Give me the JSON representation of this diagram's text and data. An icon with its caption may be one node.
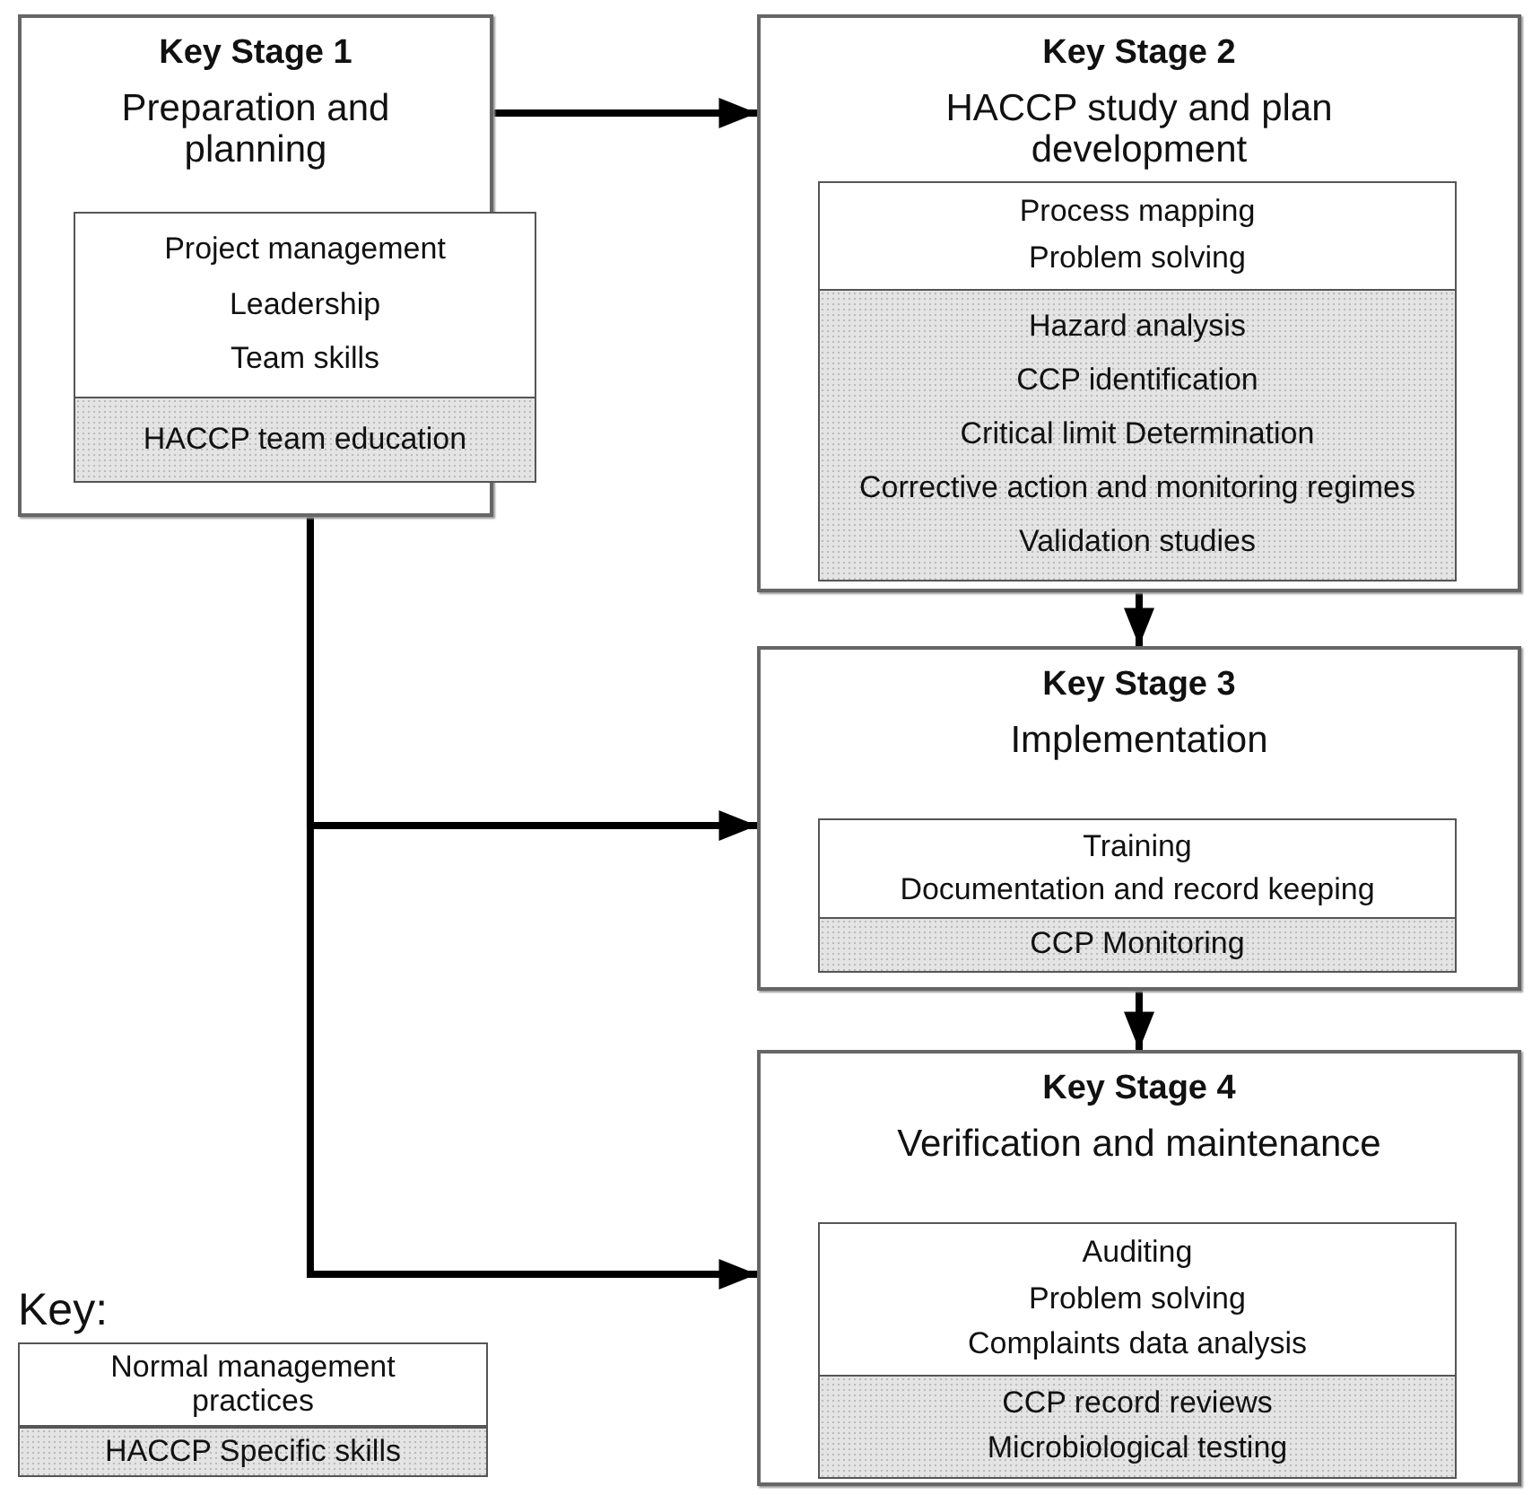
{
  "diagram": {
    "nodes": [
      {
        "text": [
          "Key Stage 1",
          "Preparation and planning"
        ]
      },
      {
        "text": [
          "Project management",
          "Leadership",
          "Team skills"
        ],
        "in": 0
      },
      {
        "text": [
          "HACCP team education"
        ],
        "in": 0
      },
      {
        "text": [
          "Key Stage 2",
          "HACCP study and plan development"
        ]
      },
      {
        "text": [
          "Process mapping",
          "Problem solving"
        ],
        "in": 3
      },
      {
        "text": [
          "Hazard analysis",
          "CCP identification",
          "Critical limit Determination",
          "Corrective action and monitoring regimes",
          "Validation studies"
        ],
        "in": 3
      },
      {
        "text": [
          "Key Stage 3",
          "Implementation"
        ]
      },
      {
        "text": [
          "Training",
          "Documentation and record keeping"
        ],
        "in": 6
      },
      {
        "text": [
          "CCP Monitoring"
        ],
        "in": 6
      },
      {
        "text": [
          "Key Stage 4",
          "Verification and maintenance"
        ]
      },
      {
        "text": [
          "Auditing",
          "Problem solving",
          "Complaints data analysis"
        ],
        "in": 9
      },
      {
        "text": [
          "CCP record reviews",
          "Microbiological testing"
        ],
        "in": 9
      }
    ],
    "edges": [
      {
        "from": 0,
        "to": 3,
        "arrow": "to"
      },
      {
        "from": 3,
        "to": 6,
        "arrow": "to"
      },
      {
        "from": 6,
        "to": 9,
        "arrow": "to"
      },
      {
        "from": 0,
        "to": 6,
        "arrow": "to"
      },
      {
        "from": 0,
        "to": 9,
        "arrow": "to"
      }
    ],
    "labels": [
      "Key:"
    ],
    "legend": [
      {
        "text": "Normal management practices",
        "color": "#ffffff"
      },
      {
        "text": "HACCP Specific skills",
        "color": "#e4e4e4"
      }
    ]
  }
}
